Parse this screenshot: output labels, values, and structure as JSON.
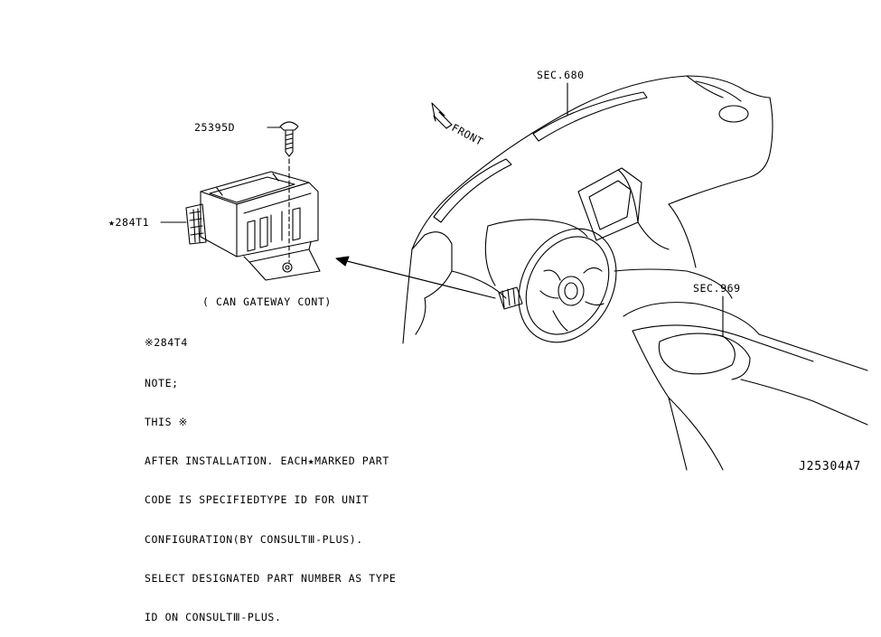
{
  "labels": {
    "part_bolt": "25395D",
    "part_module": "★284T1",
    "module_caption": "( CAN GATEWAY CONT)",
    "sec_dash": "SEC.680",
    "sec_console": "SEC.969",
    "front": "FRONT",
    "part_note_ref": "※284T4",
    "diagram_id": "J25304A7"
  },
  "note": {
    "lines": [
      "NOTE;",
      "THIS ※",
      "AFTER INSTALLATION. EACH★MARKED PART",
      "CODE IS SPECIFIEDTYPE ID FOR UNIT",
      "CONFIGURATION(BY CONSULTⅢ-PLUS).",
      "SELECT DESIGNATED PART NUMBER AS TYPE",
      "ID ON CONSULTⅢ-PLUS."
    ]
  }
}
